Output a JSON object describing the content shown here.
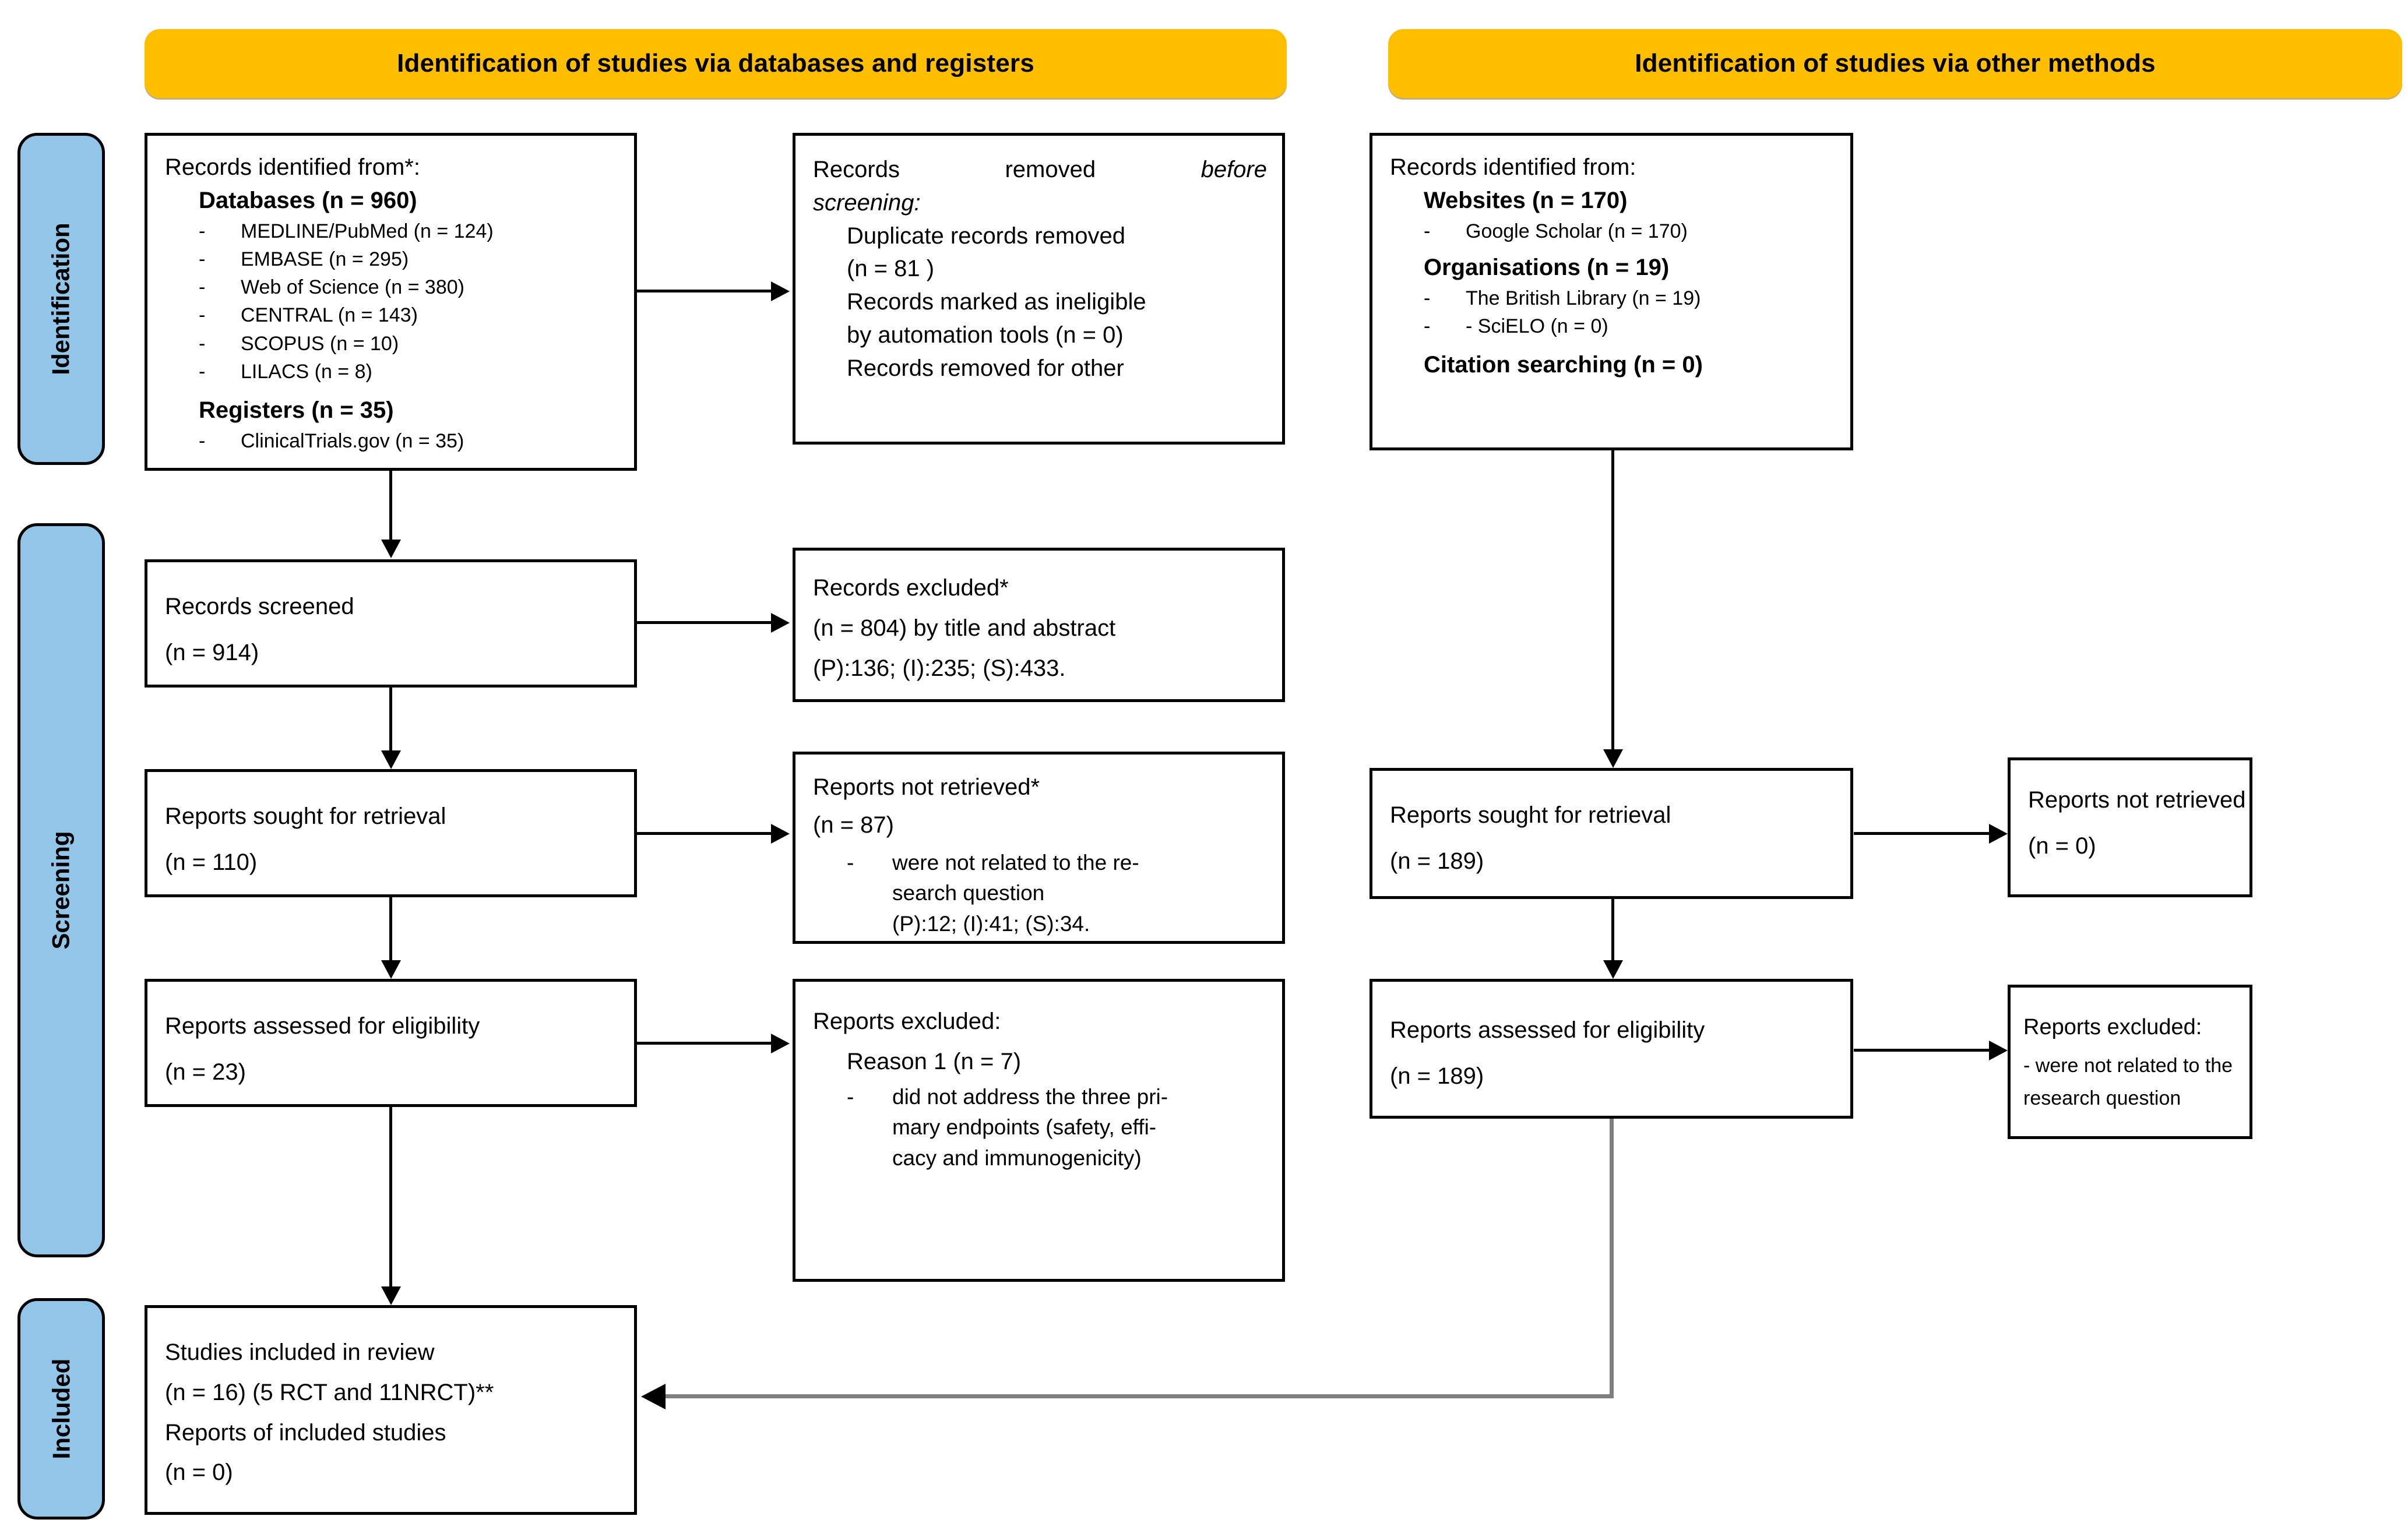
{
  "diagram": {
    "type": "prisma-flow-diagram",
    "accent_banner_color": "#FFBF00",
    "phase_bar_color": "#92C5E8"
  },
  "banners": {
    "left": "Identification of studies via databases and registers",
    "right": "Identification of studies via other methods"
  },
  "phases": {
    "identification": "Identification",
    "screening": "Screening",
    "included": "Included"
  },
  "left_column": {
    "records_identified": {
      "title": "Records identified from*:",
      "databases_heading": "Databases (n = 960)",
      "databases": [
        "MEDLINE/PubMed (n = 124)",
        "EMBASE (n = 295)",
        "Web of Science (n = 380)",
        "CENTRAL (n = 143)",
        "SCOPUS (n = 10)",
        "LILACS (n = 8)"
      ],
      "registers_heading": "Registers (n = 35)",
      "registers": [
        "ClinicalTrials.gov (n = 35)"
      ],
      "dash": "-"
    },
    "records_screened": {
      "line1": "Records screened",
      "line2": "(n = 914)"
    },
    "reports_sought": {
      "line1": "Reports sought for retrieval",
      "line2": "(n = 110)"
    },
    "reports_assessed": {
      "line1": "Reports assessed for eligibility",
      "line2": "(n = 23)"
    },
    "studies_included": {
      "line1": "Studies included in review",
      "line2": "(n = 16) (5 RCT and 11NRCT)**",
      "line3": "Reports of included studies",
      "line4": "(n = 0)"
    }
  },
  "left_exclusions": {
    "records_removed": {
      "title_a": "Records",
      "title_b": "removed",
      "title_c": "before",
      "title_d": "screening:",
      "items": [
        "Duplicate records removed",
        "(n = 81 )",
        "Records marked as ineligible",
        "by automation tools (n = 0)",
        "Records removed for other"
      ]
    },
    "records_excluded": {
      "line1": "Records excluded*",
      "line2": "(n = 804) by title and abstract",
      "line3": "(P):136; (I):235; (S):433."
    },
    "reports_not_retrieved": {
      "line1": "Reports not retrieved*",
      "line2": "(n = 87)",
      "dash": "-",
      "bullet_line1": "were not related to the re-",
      "bullet_line2": "search question",
      "bullet_line3": "(P):12; (I):41; (S):34."
    },
    "reports_excluded": {
      "line1": "Reports excluded:",
      "reason": "Reason 1 (n = 7)",
      "dash": "-",
      "bullet_line1": "did not address the three pri-",
      "bullet_line2": "mary endpoints (safety, effi-",
      "bullet_line3": "cacy and immunogenicity)"
    }
  },
  "right_column": {
    "records_identified": {
      "title": "Records identified from:",
      "websites_heading": "Websites (n = 170)",
      "websites": [
        "Google Scholar (n = 170)"
      ],
      "organisations_heading": "Organisations (n = 19)",
      "organisations": [
        "The British Library (n = 19)",
        "- SciELO (n = 0)"
      ],
      "citation_heading": "Citation searching (n = 0)",
      "dash": "-"
    },
    "reports_sought": {
      "line1": "Reports sought for retrieval",
      "line2": "(n = 189)"
    },
    "reports_assessed": {
      "line1": "Reports assessed for eligibility",
      "line2": "(n = 189)"
    }
  },
  "right_exclusions": {
    "reports_not_retrieved": {
      "line1": "Reports not retrieved",
      "line2": "(n = 0)"
    },
    "reports_excluded": {
      "line1": "Reports excluded:",
      "line2": "- were  not  related  to  the",
      "line3": "research question"
    }
  }
}
